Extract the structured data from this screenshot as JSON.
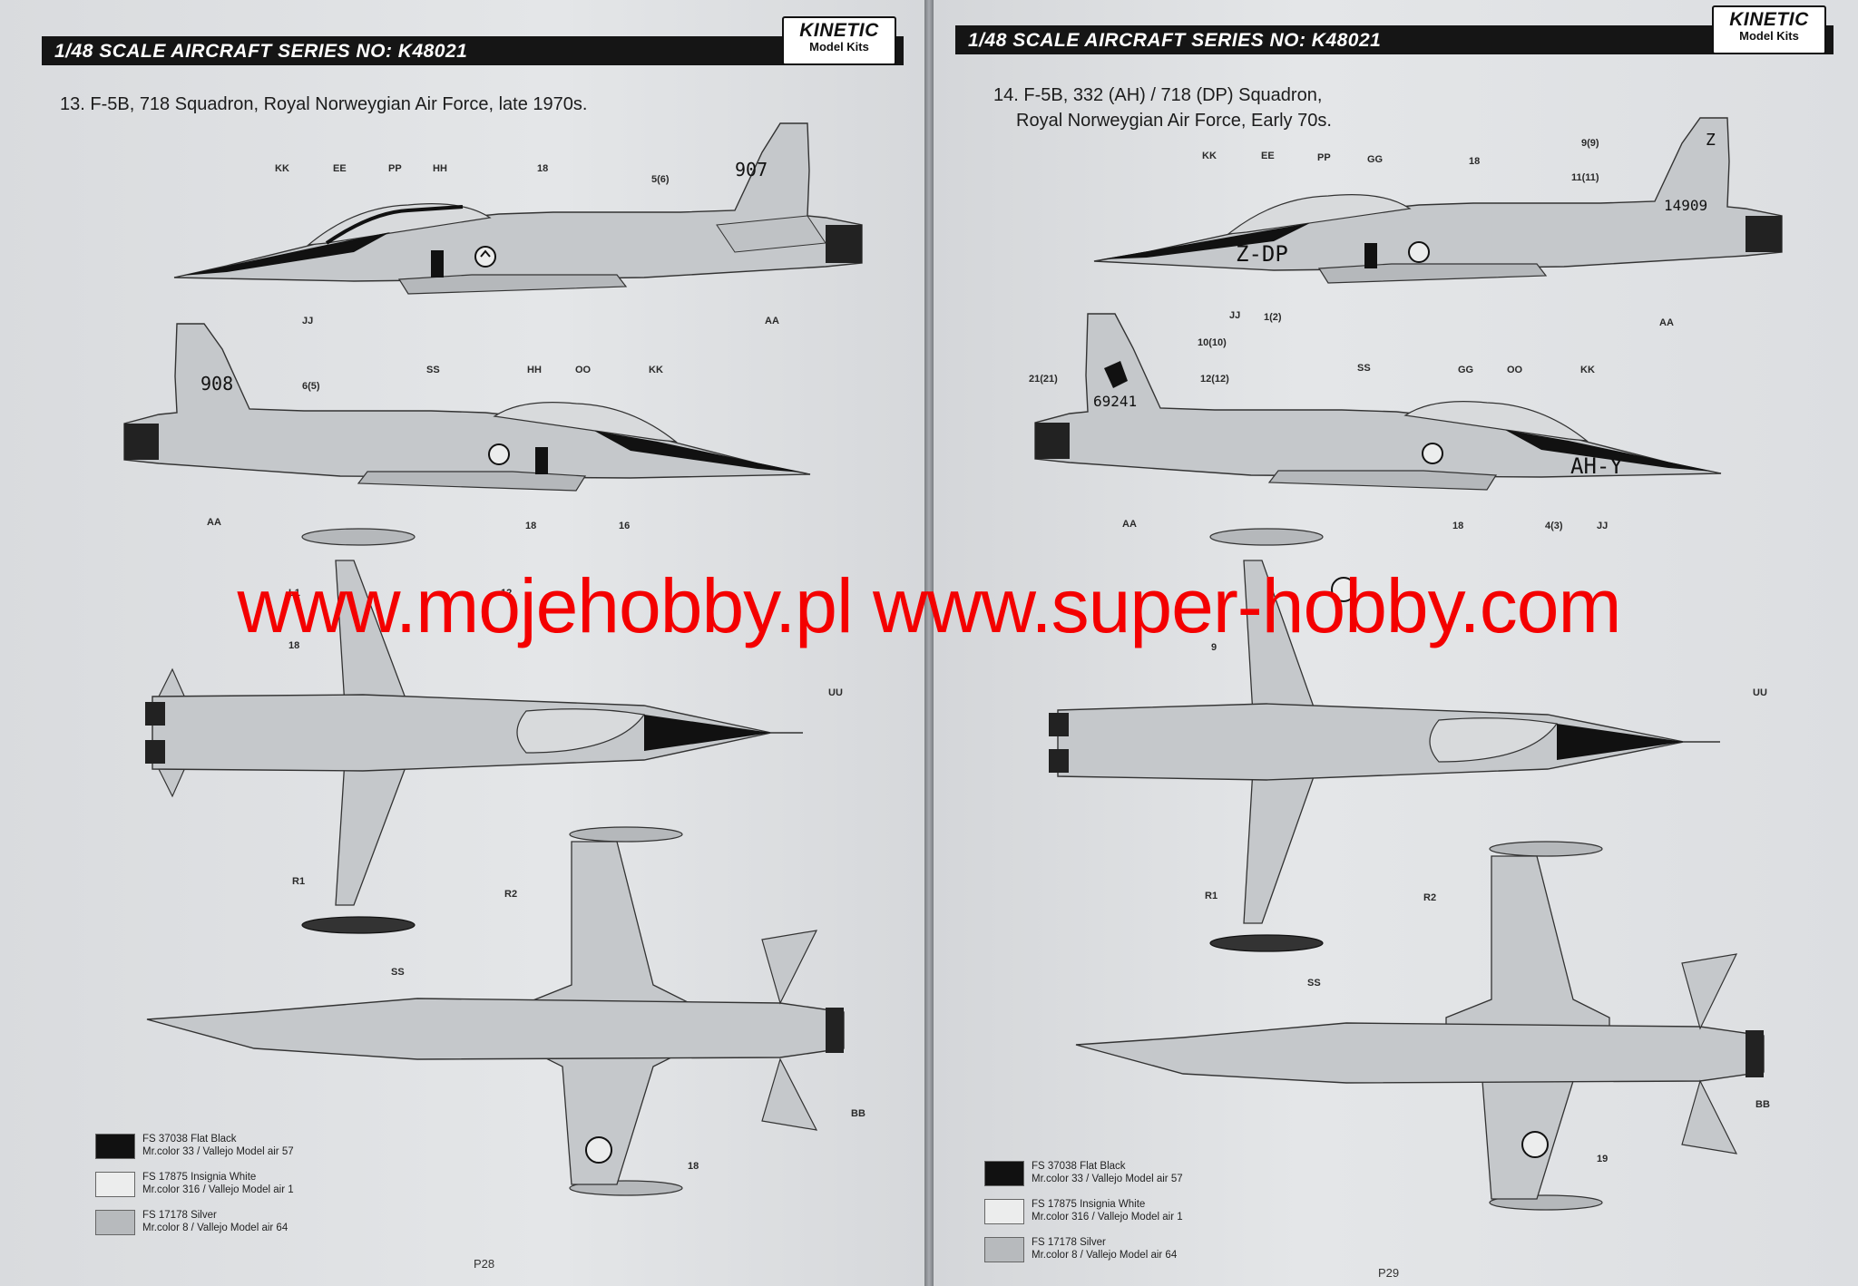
{
  "left_page": {
    "header": "1/48 SCALE AIRCRAFT SERIES NO: K48021",
    "logo_main": "KINETIC",
    "logo_sub": "Model Kits",
    "scheme_title": "13. F-5B, 718 Squadron, Royal Norweygian Air Force, late 1970s.",
    "tail_numbers": [
      "907",
      "908"
    ],
    "callouts_side1": [
      "KK",
      "EE",
      "PP",
      "HH",
      "18",
      "5(6)",
      "JJ",
      "AA"
    ],
    "callouts_side2": [
      "6(5)",
      "SS",
      "HH",
      "OO",
      "KK",
      "AA",
      "18",
      "16"
    ],
    "callouts_top": [
      "L1",
      "12",
      "18",
      "UU",
      "R1",
      "R2",
      "SS"
    ],
    "callouts_bottom": [
      "BB",
      "18"
    ],
    "page_number": "P28"
  },
  "right_page": {
    "header": "1/48 SCALE AIRCRAFT SERIES NO: K48021",
    "logo_main": "KINETIC",
    "logo_sub": "Model Kits",
    "scheme_title_line1": "14. F-5B, 332 (AH) / 718 (DP) Squadron,",
    "scheme_title_line2": "Royal Norweygian Air Force, Early 70s.",
    "tail_numbers": [
      "14909",
      "69241"
    ],
    "fuselage_codes": [
      "Z-DP",
      "AH-Y"
    ],
    "tail_letter": "Z",
    "callouts_side1": [
      "KK",
      "EE",
      "PP",
      "GG",
      "18",
      "9(9)",
      "11(11)",
      "JJ",
      "1(2)",
      "AA"
    ],
    "callouts_side2": [
      "10(10)",
      "21(21)",
      "12(12)",
      "SS",
      "GG",
      "OO",
      "KK",
      "AA",
      "18",
      "4(3)",
      "JJ"
    ],
    "callouts_top": [
      "9",
      "UU",
      "R1",
      "R2",
      "SS"
    ],
    "callouts_bottom": [
      "BB",
      "19"
    ],
    "page_number": "P29"
  },
  "legend": [
    {
      "code": "FS 37038 Flat Black",
      "mix": "Mr.color 33 / Vallejo Model air 57",
      "color": "#111111"
    },
    {
      "code": "FS 17875 Insignia White",
      "mix": "Mr.color 316 / Vallejo Model air 1",
      "color": "#eceded"
    },
    {
      "code": "FS 17178 Silver",
      "mix": "Mr.color 8 / Vallejo Model air 64",
      "color": "#b7babd"
    }
  ],
  "watermark": "www.mojehobby.pl www.super-hobby.com"
}
